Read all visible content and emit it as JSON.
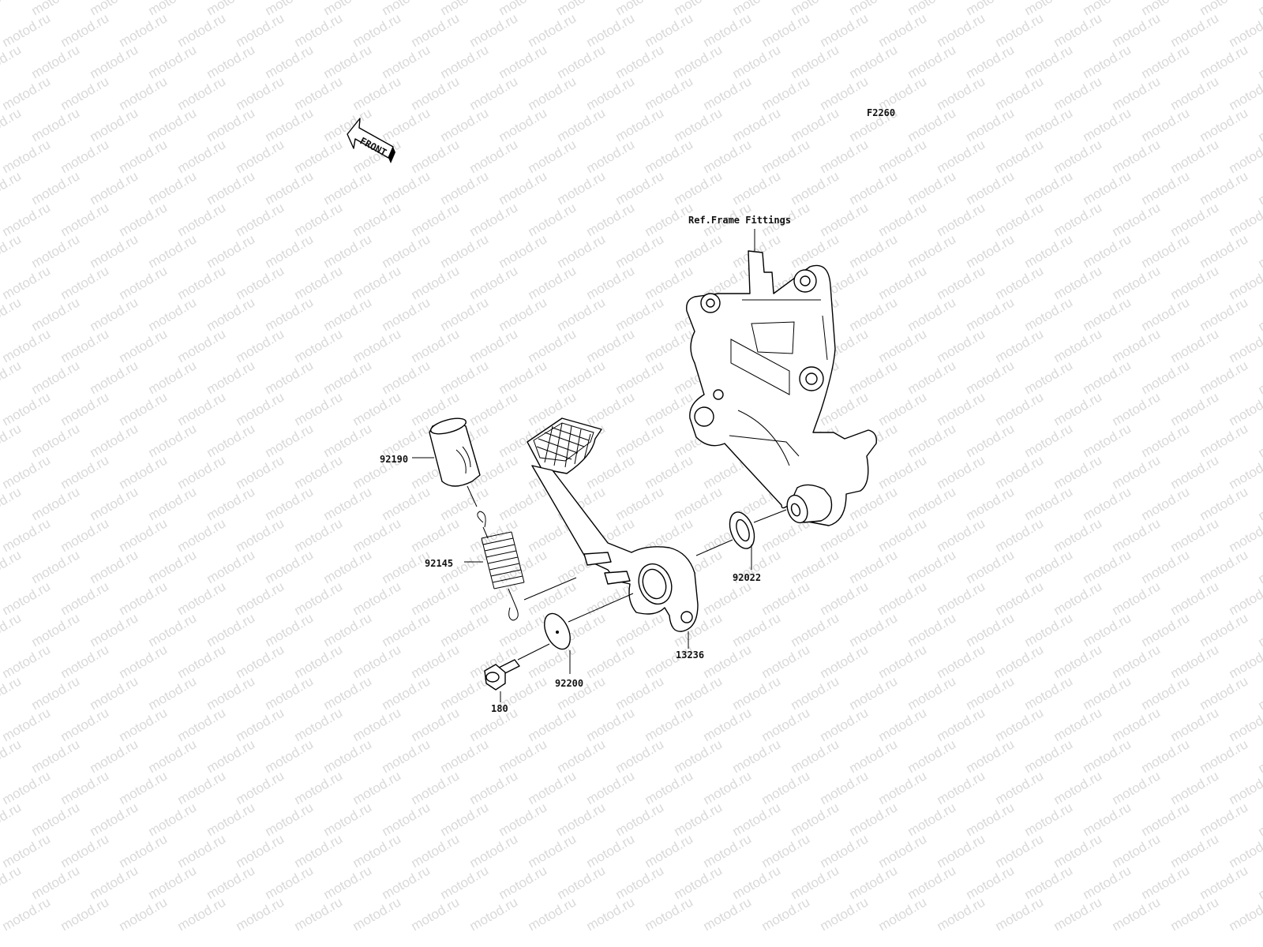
{
  "watermark": {
    "text": "motod.ru",
    "color": "#d9d9d9"
  },
  "diagram_code": "F2260",
  "front_arrow": {
    "label": "FRONT"
  },
  "reference_label": "Ref.Frame Fittings",
  "parts": [
    {
      "number": "92190",
      "name": "bushing"
    },
    {
      "number": "92145",
      "name": "spring"
    },
    {
      "number": "92022",
      "name": "washer"
    },
    {
      "number": "13236",
      "name": "brake-pedal"
    },
    {
      "number": "92200",
      "name": "washer-plate"
    },
    {
      "number": "180",
      "name": "bolt"
    }
  ]
}
